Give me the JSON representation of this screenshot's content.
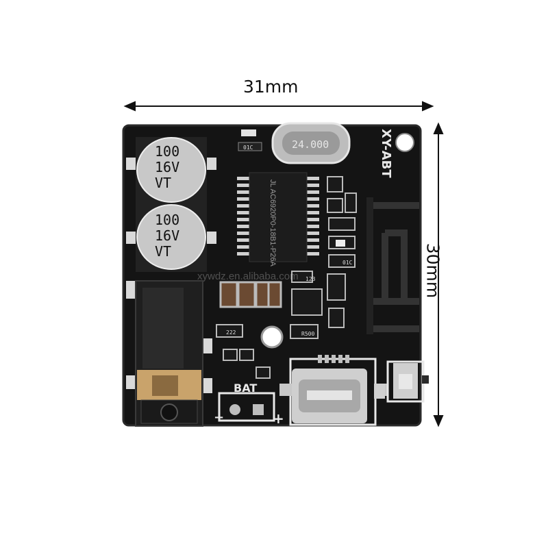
{
  "dimensions": {
    "width_label": "31mm",
    "height_label": "30mm"
  },
  "board": {
    "model_label": "XY-ABT",
    "crystal_label": "24.000",
    "chip_label": "JL AC6920P0-18B1-P26A",
    "capacitor_top": {
      "line1": "100",
      "line2": "16V",
      "line3": "VT"
    },
    "capacitor_bottom": {
      "line1": "100",
      "line2": "16V",
      "line3": "VT"
    },
    "battery_label": "BAT",
    "minus_label": "−",
    "plus_label": "+",
    "resistor_codes": [
      "01C",
      "01C",
      "123",
      "222",
      "R500"
    ],
    "watermark": "xywdz.en.alibaba.com"
  },
  "colors": {
    "pcb": "#141414",
    "silkscreen": "#e8e8e8",
    "gold": "#c9a36b",
    "capacitor": "#c8c8c8"
  }
}
